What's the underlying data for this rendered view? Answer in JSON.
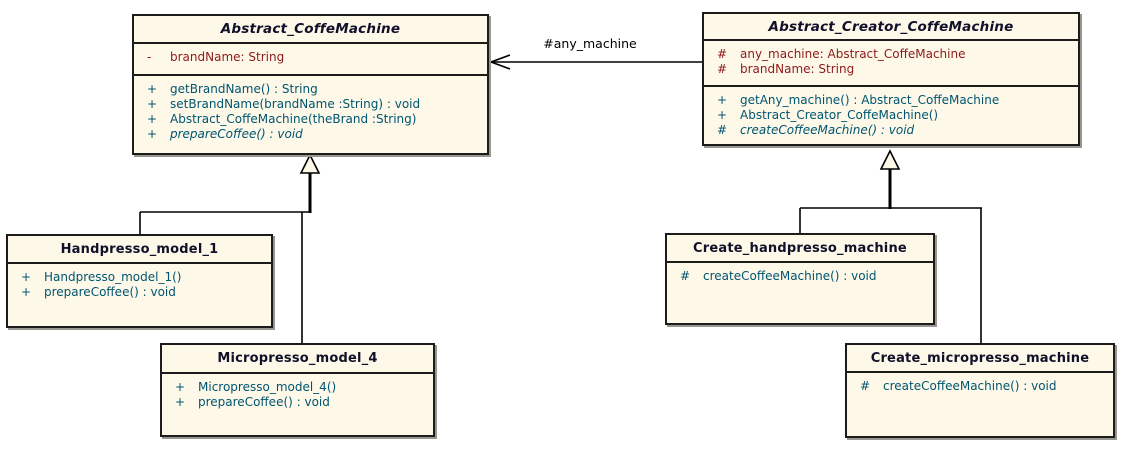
{
  "diagram": {
    "kind": "uml-class-diagram",
    "pattern": "Factory Method / Abstract Creator for coffee machines"
  },
  "colors": {
    "box_fill": "#FDF8E8",
    "box_border": "#1C1C1C",
    "shadow": "#97978F",
    "title_color": "#10102A",
    "attribute_color": "#8C1A1A",
    "method_color": "#005570",
    "line_color": "#000000",
    "background": "#FFFFFF"
  },
  "classes": [
    {
      "name": "Abstract_CoffeMachine",
      "abstract": true,
      "attributes": [
        {
          "visibility": "-",
          "text": "brandName: String"
        }
      ],
      "methods": [
        {
          "visibility": "+",
          "text": "getBrandName() : String"
        },
        {
          "visibility": "+",
          "text": "setBrandName(brandName :String) : void"
        },
        {
          "visibility": "+",
          "text": "Abstract_CoffeMachine(theBrand :String)"
        },
        {
          "visibility": "+",
          "text": "prepareCoffee() : void",
          "abstract": true
        }
      ]
    },
    {
      "name": "Abstract_Creator_CoffeMachine",
      "abstract": true,
      "attributes": [
        {
          "visibility": "#",
          "text": "any_machine: Abstract_CoffeMachine"
        },
        {
          "visibility": "#",
          "text": "brandName: String"
        }
      ],
      "methods": [
        {
          "visibility": "+",
          "text": "getAny_machine() : Abstract_CoffeMachine"
        },
        {
          "visibility": "+",
          "text": "Abstract_Creator_CoffeMachine()"
        },
        {
          "visibility": "#",
          "text": "createCoffeeMachine() : void",
          "abstract": true
        }
      ]
    },
    {
      "name": "Handpresso_model_1",
      "abstract": false,
      "attributes": [],
      "methods": [
        {
          "visibility": "+",
          "text": "Handpresso_model_1()"
        },
        {
          "visibility": "+",
          "text": "prepareCoffee() : void"
        }
      ]
    },
    {
      "name": "Micropresso_model_4",
      "abstract": false,
      "attributes": [],
      "methods": [
        {
          "visibility": "+",
          "text": "Micropresso_model_4()"
        },
        {
          "visibility": "+",
          "text": "prepareCoffee() : void"
        }
      ]
    },
    {
      "name": "Create_handpresso_machine",
      "abstract": false,
      "attributes": [],
      "methods": [
        {
          "visibility": "#",
          "text": "createCoffeeMachine() : void"
        }
      ]
    },
    {
      "name": "Create_micropresso_machine",
      "abstract": false,
      "attributes": [],
      "methods": [
        {
          "visibility": "#",
          "text": "createCoffeeMachine() : void"
        }
      ]
    }
  ],
  "relationships": [
    {
      "type": "association",
      "from": "Abstract_Creator_CoffeMachine",
      "to": "Abstract_CoffeMachine",
      "label": "#any_machine"
    },
    {
      "type": "generalization",
      "from": "Handpresso_model_1",
      "to": "Abstract_CoffeMachine"
    },
    {
      "type": "generalization",
      "from": "Micropresso_model_4",
      "to": "Abstract_CoffeMachine"
    },
    {
      "type": "generalization",
      "from": "Create_handpresso_machine",
      "to": "Abstract_Creator_CoffeMachine"
    },
    {
      "type": "generalization",
      "from": "Create_micropresso_machine",
      "to": "Abstract_Creator_CoffeMachine"
    }
  ]
}
